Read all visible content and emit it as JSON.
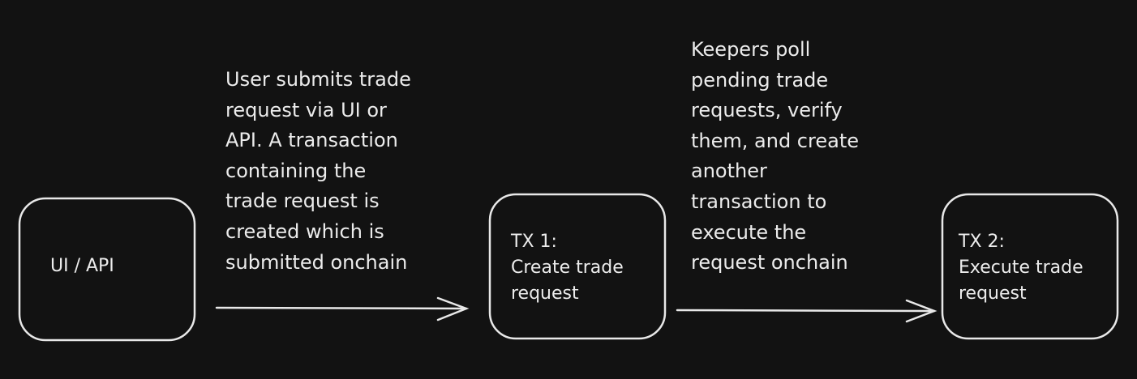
{
  "nodes": [
    {
      "id": "ui-api",
      "label": "UI / API"
    },
    {
      "id": "tx1",
      "label": "TX 1:\nCreate trade\nrequest"
    },
    {
      "id": "tx2",
      "label": "TX 2:\nExecute trade\nrequest"
    }
  ],
  "edges": [
    {
      "from": "ui-api",
      "to": "tx1",
      "annotation": "User submits trade\nrequest via UI or\nAPI. A transaction\ncontaining the\ntrade request is\ncreated which is\nsubmitted onchain"
    },
    {
      "from": "tx1",
      "to": "tx2",
      "annotation": "Keepers poll\npending trade\nrequests, verify\nthem, and create\nanother\ntransaction to\nexecute the\nrequest onchain"
    }
  ],
  "colors": {
    "background": "#121212",
    "stroke": "#e8e8e8"
  }
}
